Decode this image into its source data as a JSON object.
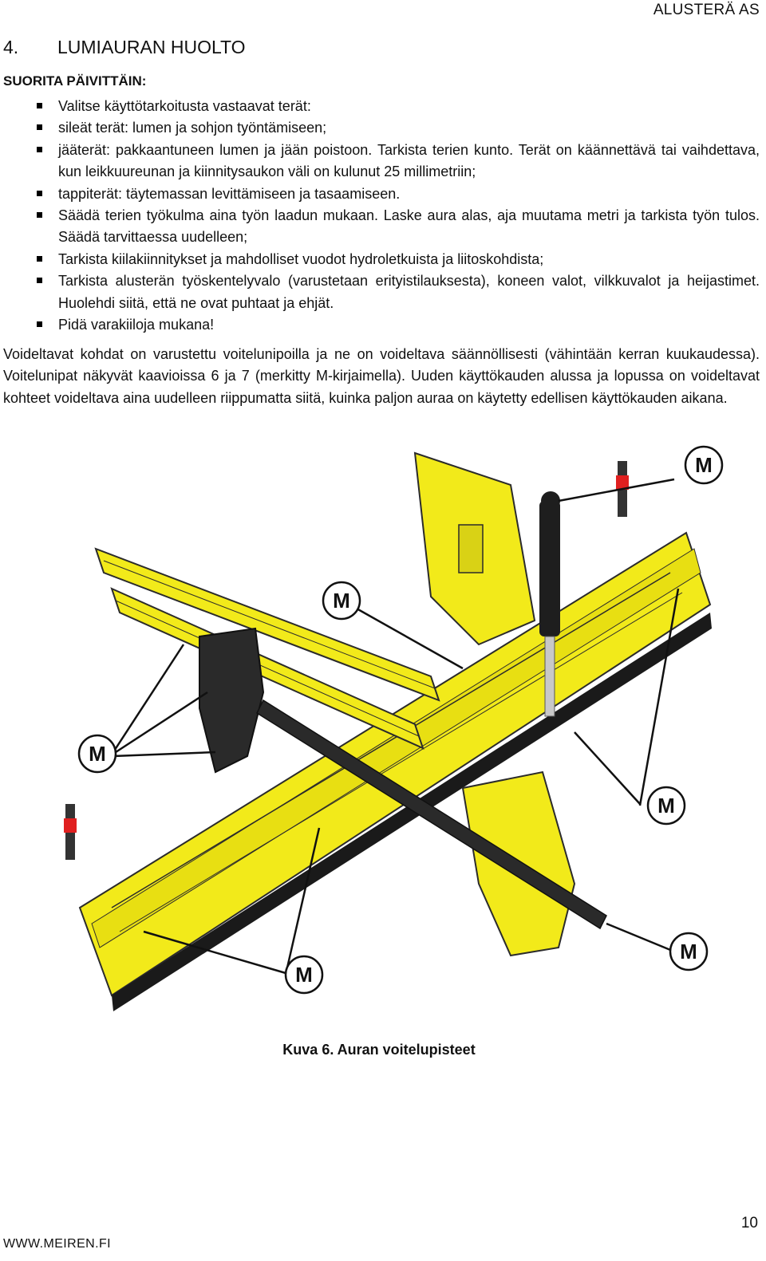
{
  "header": {
    "company": "ALUSTERÄ AS"
  },
  "section": {
    "number": "4.",
    "title": "LUMIAURAN HUOLTO"
  },
  "daily": {
    "heading": "SUORITA PÄIVITTÄIN:",
    "items": [
      "Valitse käyttötarkoitusta vastaavat terät:",
      "sileät terät: lumen ja sohjon työntämiseen;",
      "jääterät: pakkaantuneen lumen ja jään poistoon. Tarkista terien kunto. Terät on käännettävä tai vaihdettava, kun leikkuureunan ja kiinnitysaukon väli on kulunut 25 millimetriin;",
      "tappiterät: täytemassan levittämiseen ja tasaamiseen.",
      "Säädä terien työkulma aina työn laadun mukaan. Laske aura alas, aja muutama metri ja tarkista työn tulos. Säädä tarvittaessa uudelleen;",
      "Tarkista kiilakiinnitykset ja mahdolliset vuodot hydroletkuista ja liitoskohdista;",
      "Tarkista alusterän työskentelyvalo (varustetaan erityistilauksesta), koneen valot, vilkkuvalot ja heijastimet. Huolehdi siitä, että ne ovat puhtaat ja ehjät.",
      "Pidä varakiiloja mukana!"
    ]
  },
  "paragraph": "Voideltavat kohdat on varustettu voitelunipoilla ja ne on voideltava säännöllisesti (vähintään kerran kuukaudessa). Voitelunipat näkyvät kaavioissa 6 ja 7 (merkitty M-kirjaimella). Uuden käyttökauden alussa ja lopussa on voideltavat kohteet voideltava aina uudelleen riippumatta siitä, kuinka paljon auraa on käytetty edellisen käyttökauden aikana.",
  "figure": {
    "marker_label": "M",
    "colors": {
      "plow_yellow": "#f2ea1a",
      "outline": "#2b2b2b",
      "cylinder": "#1e1e1e",
      "nipple_red": "#e02020"
    }
  },
  "caption": "Kuva 6. Auran voitelupisteet",
  "footer": {
    "url": "WWW.MEIREN.FI",
    "page_number": "10"
  }
}
